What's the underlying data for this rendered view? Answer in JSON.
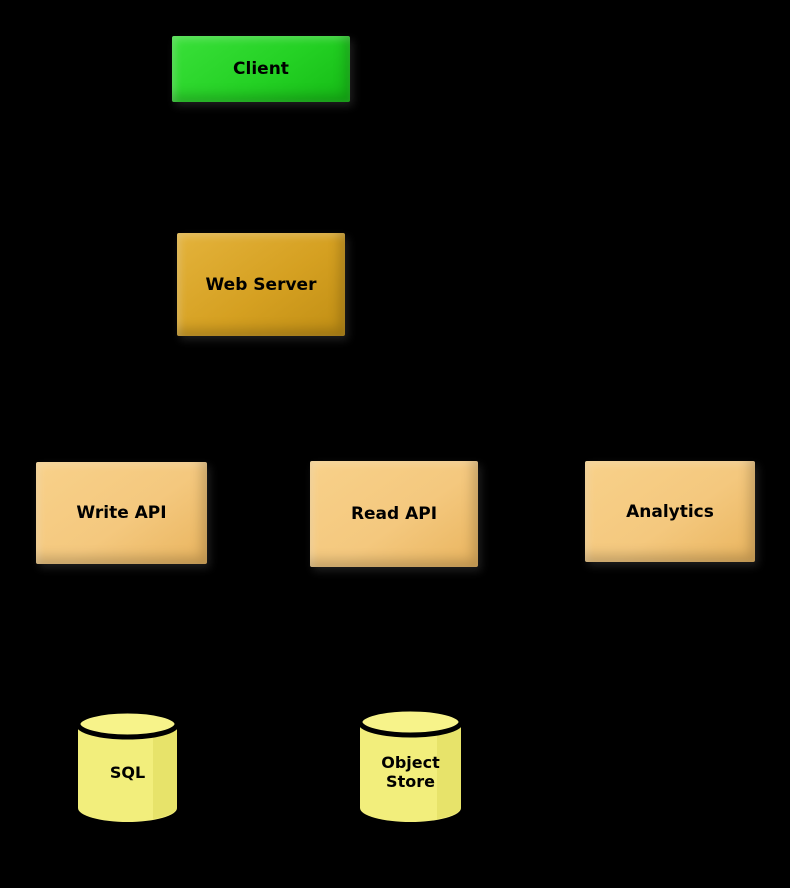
{
  "diagram": {
    "background_color": "#000000",
    "nodes": [
      {
        "id": "client",
        "label": "Client",
        "shape": "rect",
        "fill": "#24d124"
      },
      {
        "id": "web-server",
        "label": "Web Server",
        "shape": "rect",
        "fill": "#d5a021"
      },
      {
        "id": "write-api",
        "label": "Write API",
        "shape": "rect",
        "fill": "#f4c87e"
      },
      {
        "id": "read-api",
        "label": "Read API",
        "shape": "rect",
        "fill": "#f4c87e"
      },
      {
        "id": "analytics",
        "label": "Analytics",
        "shape": "rect",
        "fill": "#f4c87e"
      },
      {
        "id": "sql",
        "label": "SQL",
        "shape": "cylinder",
        "fill": "#f2ee7c"
      },
      {
        "id": "object-store",
        "label": "Object Store",
        "shape": "cylinder",
        "fill": "#f2ee7c"
      }
    ]
  }
}
